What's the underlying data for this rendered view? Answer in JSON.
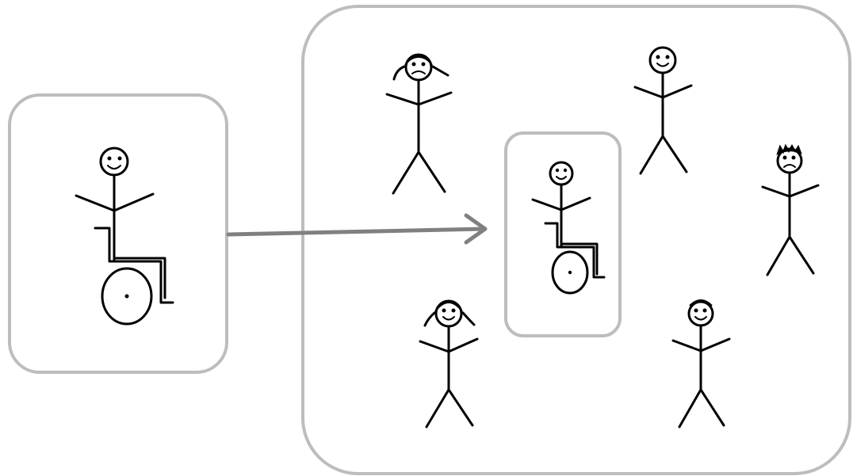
{
  "figure": {
    "description_free": true,
    "colors": {
      "frame": "#bdbdbd",
      "arrow": "#808080",
      "ink": "#000000",
      "background": "#ffffff"
    },
    "groups": [
      {
        "name": "left-panel",
        "members": [
          "wheelchair-user"
        ]
      },
      {
        "name": "right-panel",
        "members": [
          "pigtails-frown-person",
          "smiling-person",
          "spiky-hair-frown-person",
          "pigtails-smile-person",
          "short-hair-smile-person",
          "included-wheelchair-user"
        ]
      }
    ],
    "icons": [
      "wheelchair-icon",
      "arrow-icon"
    ]
  }
}
